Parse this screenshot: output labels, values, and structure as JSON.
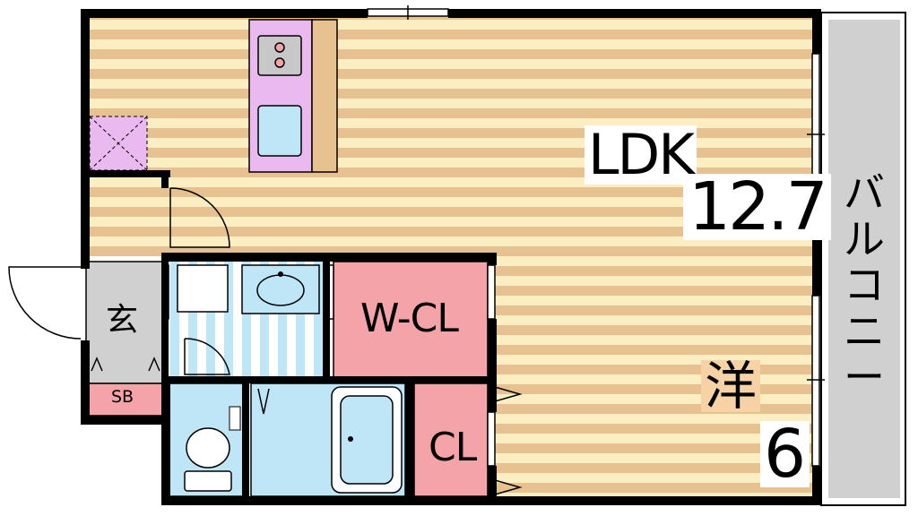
{
  "rooms": {
    "ldk": {
      "label": "LDK",
      "size": "12.7"
    },
    "western": {
      "label": "洋",
      "size": "6"
    },
    "entrance": {
      "label": "玄"
    },
    "walk_in_closet": {
      "label": "W-CL"
    },
    "closet": {
      "label": "CL"
    },
    "shoe_box": {
      "label": "SB"
    },
    "balcony": {
      "label": "バルコニー"
    }
  },
  "colors": {
    "floor_light": "#fbeec2",
    "floor_dark": "#e8c190",
    "wall": "#000000",
    "kitchen": "#e9b9ef",
    "fixture_blue": "#bfe6f6",
    "closet_pink": "#f4a4a8",
    "balcony_gray": "#d0d0d0"
  }
}
